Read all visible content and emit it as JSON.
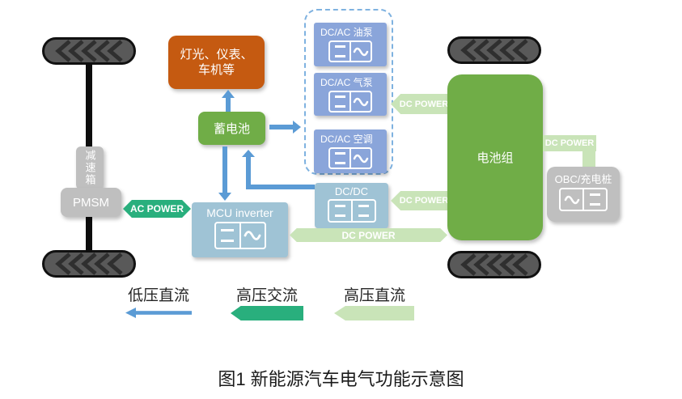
{
  "caption": "图1  新能源汽车电气功能示意图",
  "drivetrain": {
    "gearbox": "减速箱",
    "motor": "PMSM"
  },
  "boxes": {
    "accessories": "灯光、仪表、车机等",
    "aux_battery": "蓄电池",
    "mcu": "MCU inverter",
    "dcdc": "DC/DC",
    "battery_pack": "电池组",
    "obc": "OBC/充电桩"
  },
  "inverter_group": {
    "items": [
      {
        "label": "DC/AC 油泵"
      },
      {
        "label": "DC/AC 气泵"
      },
      {
        "label": "DC/AC 空调"
      }
    ]
  },
  "flows": {
    "ac_power": "AC POWER",
    "dc_power_to_dcac": "DC POWER",
    "dc_power_to_dcdc": "DC POWER",
    "dc_power_main": "DC POWER",
    "dc_power_obc": "DC POWER"
  },
  "legend": {
    "items": [
      {
        "label": "低压直流",
        "color": "#5B9BD5"
      },
      {
        "label": "高压交流",
        "color": "#29AF7D"
      },
      {
        "label": "高压直流",
        "color": "#C9E4B8"
      }
    ]
  },
  "icons": {
    "wheel": "tire-chevron-tread",
    "dc_ac_converter": "equals-sine",
    "dc_dc_converter": "equals-equals",
    "ac_dc_charger": "sine-equals"
  },
  "colors": {
    "blue_arrow": "#5B9BD5",
    "teal": "#29AF7D",
    "light_green": "#C9E4B8",
    "green_box": "#70AD47",
    "orange_box": "#C55A11",
    "gray_box": "#BFBFBF",
    "dcac_box": "#8AA5DA",
    "steel_box": "#9FC3D5"
  }
}
